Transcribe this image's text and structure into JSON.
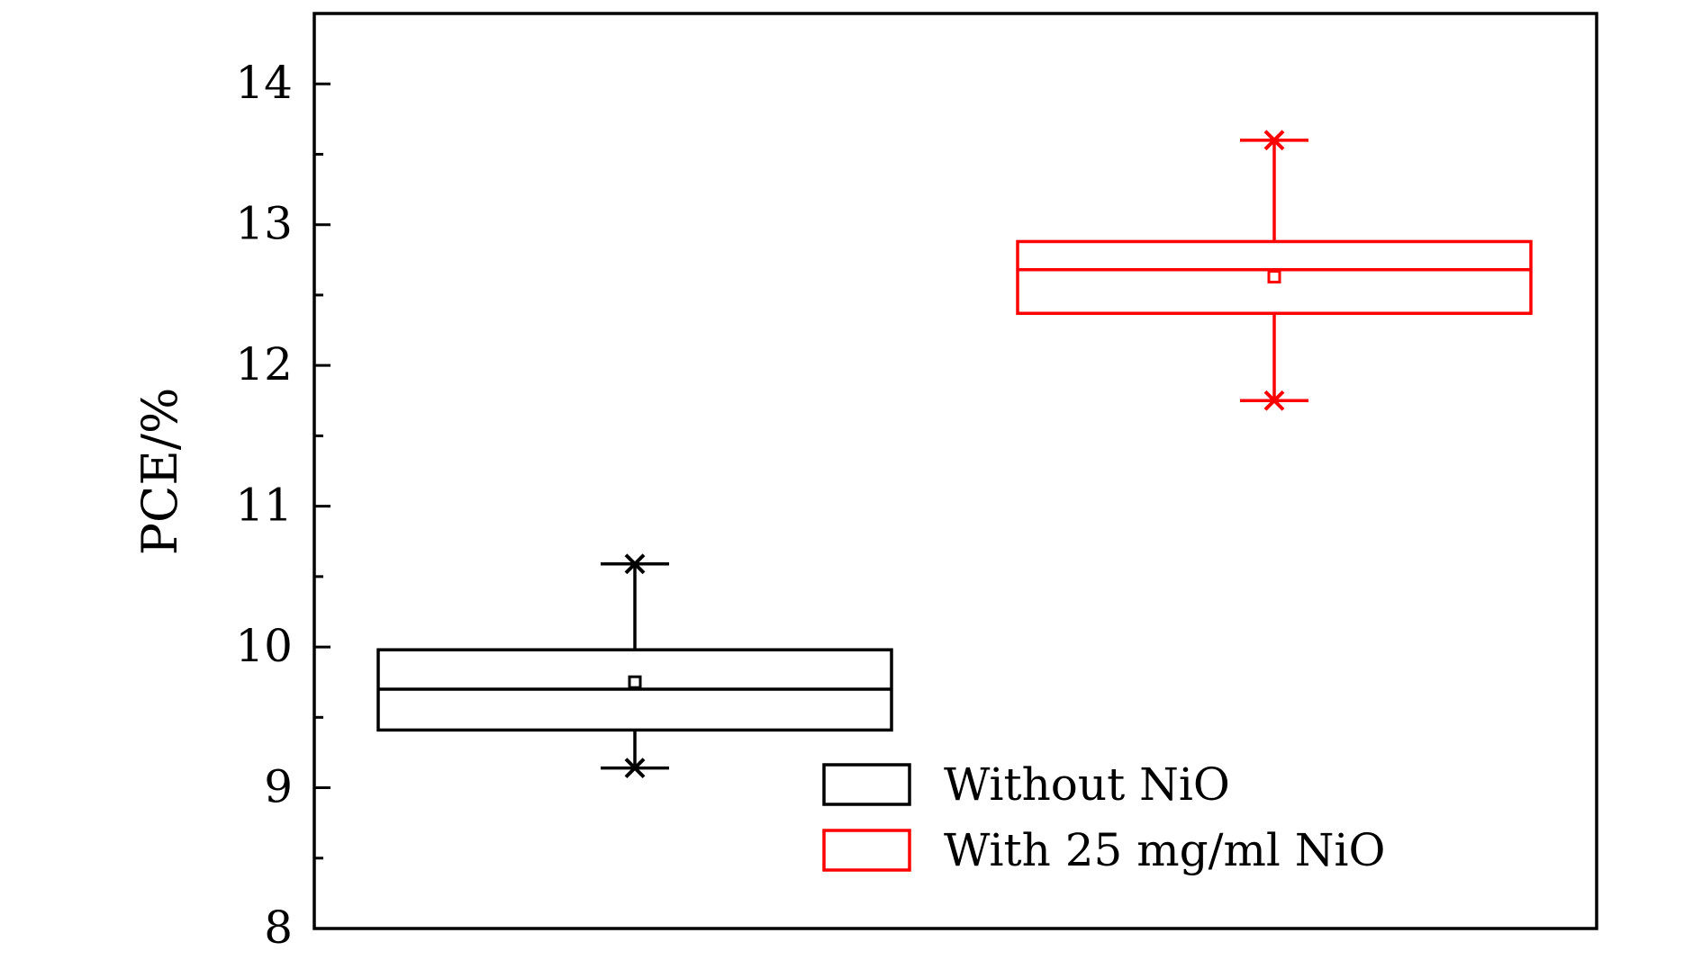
{
  "chart_data": {
    "type": "box",
    "title": "",
    "xlabel": "",
    "ylabel": "PCE/%",
    "ylim": [
      8,
      14.5
    ],
    "yticks": [
      8,
      9,
      10,
      11,
      12,
      13,
      14
    ],
    "ytick_labels": [
      "8",
      "9",
      "10",
      "11",
      "12",
      "13",
      "14"
    ],
    "minor_ticks": true,
    "grid": false,
    "legend_position": "bottom-right",
    "series": [
      {
        "name": "Without NiO",
        "color": "#000000",
        "min": 9.14,
        "q1": 9.41,
        "median": 9.7,
        "mean": 9.75,
        "q3": 9.98,
        "max": 10.59
      },
      {
        "name": "With 25 mg/ml NiO",
        "color": "#ff0000",
        "min": 11.75,
        "q1": 12.37,
        "median": 12.68,
        "mean": 12.63,
        "q3": 12.88,
        "max": 13.6
      }
    ]
  }
}
